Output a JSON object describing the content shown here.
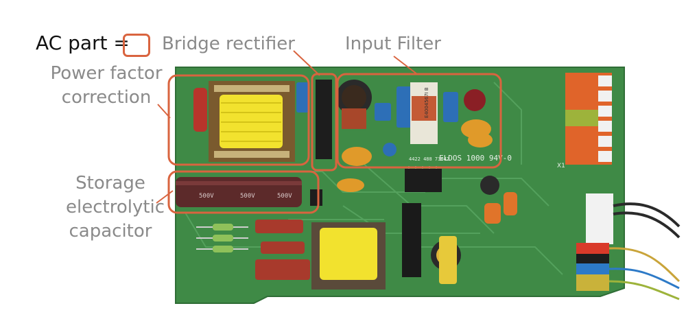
{
  "colors": {
    "highlight": "#d9643f",
    "board": "#3f8a46",
    "label_gray": "#8a8a8a"
  },
  "legend": {
    "label": "AC part ="
  },
  "labels": {
    "bridge_rectifier": "Bridge rectifier",
    "input_filter": "Input Filter",
    "power_factor_line1": "Power factor",
    "power_factor_line2": "correction",
    "storage_line1": "Storage",
    "storage_line2": "electrolytic",
    "storage_line3": "capacitor"
  },
  "board_markings": {
    "model": "ELDOS 1000 94V-0",
    "numbers": "4422 488 73642",
    "transformer_code": "E4004567I B",
    "cap_text": "500V",
    "x1": "X1"
  }
}
